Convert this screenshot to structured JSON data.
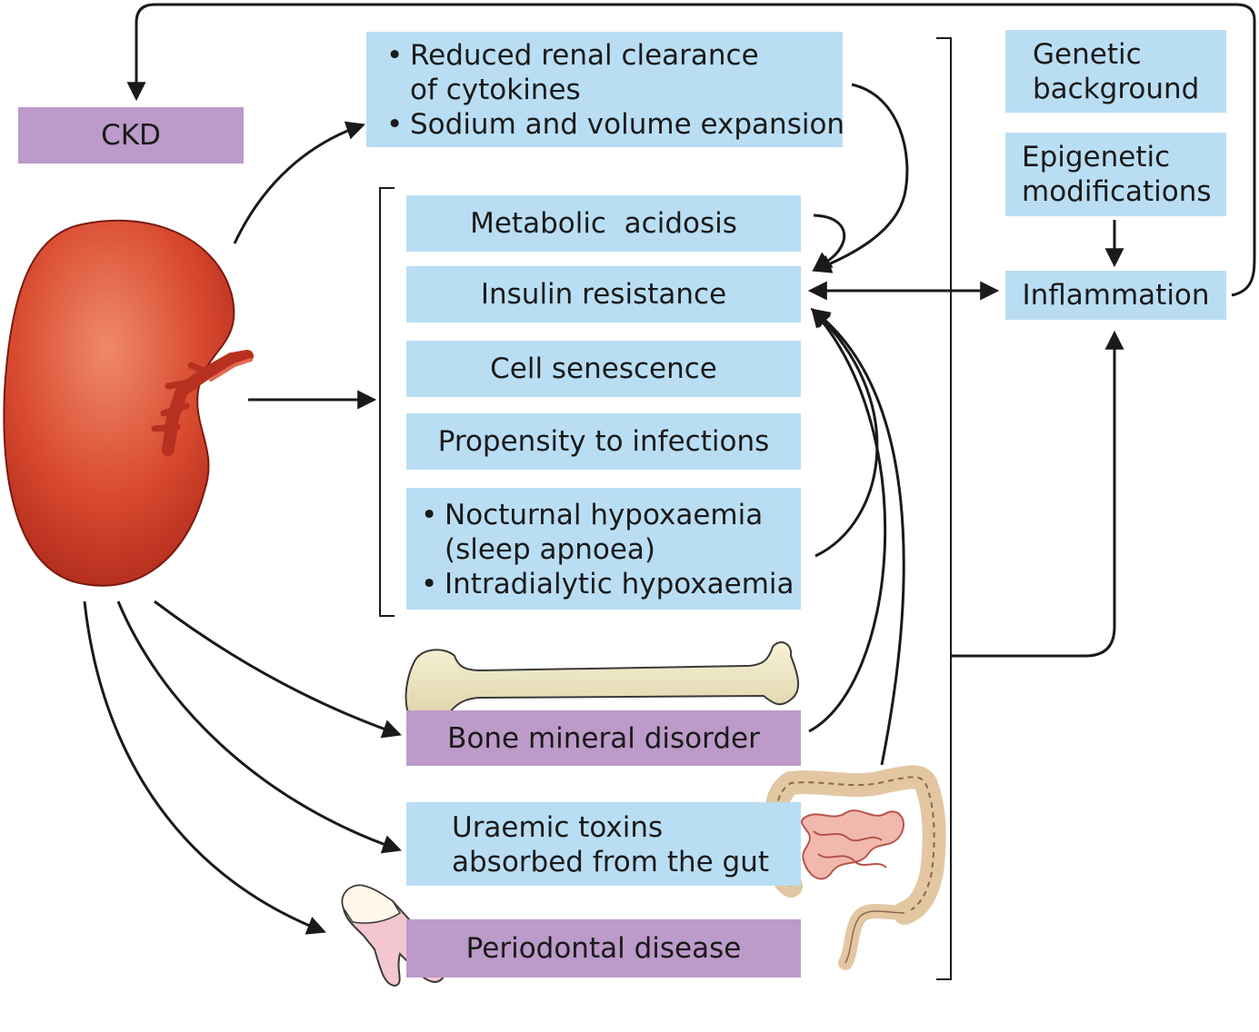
{
  "ckd": "CKD",
  "renal_box": {
    "item1_line1": "Reduced renal clearance",
    "item1_line2": "of cytokines",
    "item2": "Sodium and volume expansion"
  },
  "factors": {
    "metabolic_acidosis": "Metabolic  acidosis",
    "insulin_resistance": "Insulin resistance",
    "cell_senescence": "Cell senescence",
    "infections": "Propensity to infections",
    "hypox1_line1": "Nocturnal hypoxaemia",
    "hypox1_line2": "(sleep apnoea)",
    "hypox2": "Intradialytic hypoxaemia"
  },
  "bone": "Bone mineral disorder",
  "uraemic": {
    "line1": "Uraemic toxins",
    "line2": "absorbed from the gut"
  },
  "periodontal": "Periodontal disease",
  "right": {
    "genetic_line1": "Genetic",
    "genetic_line2": "background",
    "epigenetic_line1": "Epigenetic",
    "epigenetic_line2": "modifications",
    "inflammation": "Inflammation"
  },
  "colors": {
    "blue_box": "#b9def4",
    "purple_box": "#bc9ac9",
    "kidney": "#c9372a",
    "arrow": "#1a1a1a"
  }
}
